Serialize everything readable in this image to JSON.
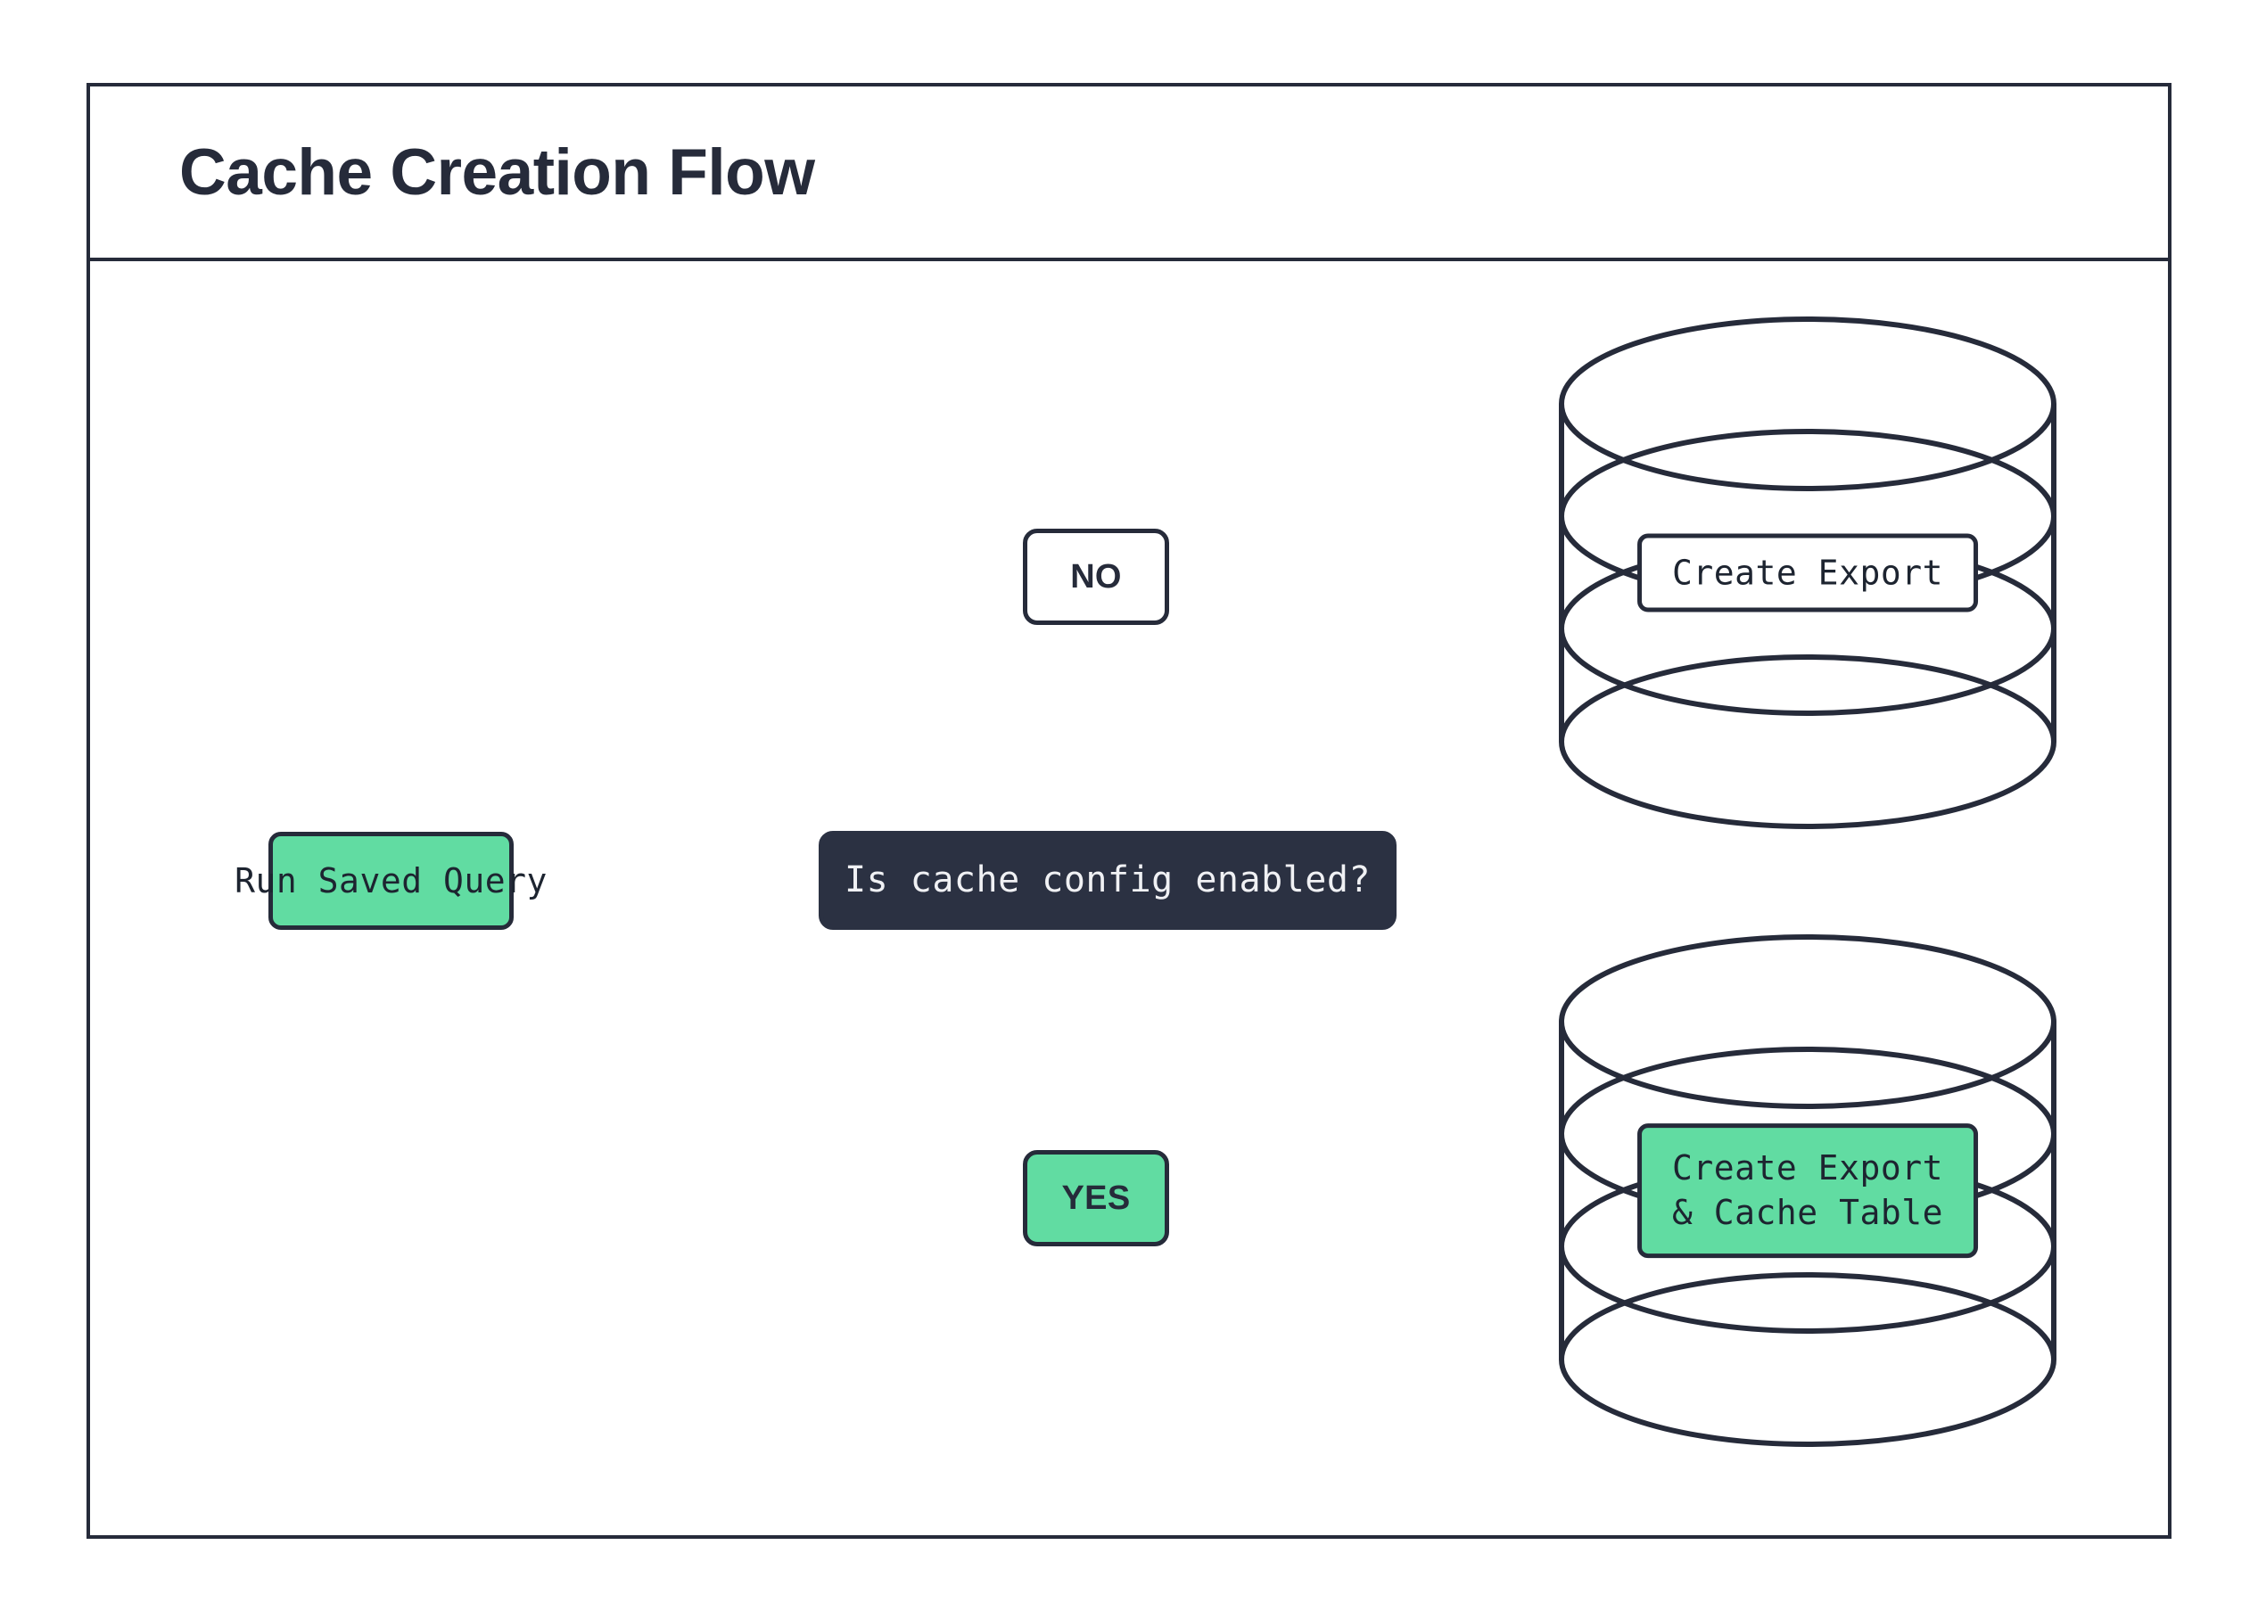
{
  "diagram": {
    "title": "Cache Creation Flow",
    "type": "flowchart",
    "colors": {
      "stroke": "#262b3a",
      "decision_fill": "#2b3142",
      "decision_text": "#f0f1f4",
      "accent_green": "#61dca2",
      "node_text": "#1d2430",
      "background": "#ffffff"
    },
    "nodes": [
      {
        "id": "run-saved-query",
        "label": "Run Saved Query",
        "shape": "rounded-rect",
        "fill": "#61dca2"
      },
      {
        "id": "decision",
        "label": "Is cache config enabled?",
        "shape": "rounded-rect",
        "fill": "#2b3142"
      },
      {
        "id": "branch-no",
        "label": "NO",
        "shape": "rounded-rect",
        "fill": "#ffffff"
      },
      {
        "id": "branch-yes",
        "label": "YES",
        "shape": "rounded-rect",
        "fill": "#61dca2"
      },
      {
        "id": "cylinder-export",
        "label": "Create Export",
        "shape": "database-cylinder",
        "fill": "#ffffff"
      },
      {
        "id": "cylinder-cache-table",
        "label_line1": "Create Export",
        "label_line2": "& Cache Table",
        "shape": "database-cylinder",
        "fill": "#61dca2"
      }
    ],
    "edges": [
      {
        "from": "run-saved-query",
        "to": "decision",
        "label": ""
      },
      {
        "from": "decision",
        "to": "branch-no",
        "label": "NO"
      },
      {
        "from": "decision",
        "to": "branch-yes",
        "label": "YES"
      },
      {
        "from": "branch-no",
        "to": "cylinder-export",
        "label": ""
      },
      {
        "from": "branch-yes",
        "to": "cylinder-cache-table",
        "label": ""
      }
    ]
  }
}
